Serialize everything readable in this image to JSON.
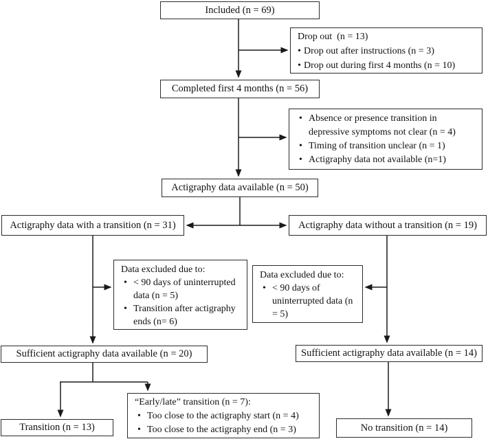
{
  "diagram": {
    "type": "study-flowchart",
    "colors": {
      "background": "#ffffff",
      "border": "#2a2a2a",
      "line": "#1a1a1a",
      "text": "#111111"
    },
    "nodes": {
      "included": {
        "label": "Included (n = 69)"
      },
      "dropout": {
        "title": "Drop out  (n = 13)",
        "items": [
          "Drop out after instructions (n = 3)",
          "Drop out during first 4 months (n = 10)"
        ]
      },
      "completed": {
        "label": "Completed first 4 months (n = 56)"
      },
      "not_clear": {
        "items": [
          "Absence or presence transition in depressive symptoms not clear (n = 4)",
          "Timing of transition unclear (n = 1)",
          "Actigraphy data not available (n=1)"
        ]
      },
      "actigraphy_available": {
        "label": "Actigraphy data available (n = 50)"
      },
      "with_transition": {
        "label": "Actigraphy data with a transition (n = 31)"
      },
      "without_transition": {
        "label": "Actigraphy data without a transition (n = 19)"
      },
      "excluded_left": {
        "title": "Data excluded due to:",
        "items": [
          "< 90 days of uninterrupted data (n = 5)",
          "Transition after actigraphy ends (n= 6)"
        ]
      },
      "excluded_right": {
        "title": "Data excluded due to:",
        "items": [
          "< 90 days of uninterrupted data (n = 5)"
        ]
      },
      "sufficient_left": {
        "label": "Sufficient actigraphy data available (n = 20)"
      },
      "sufficient_right": {
        "label": "Sufficient actigraphy data available (n = 14)"
      },
      "early_late": {
        "title": "“Early/late” transition (n = 7):",
        "items": [
          "Too close to the actigraphy start (n = 4)",
          "Too close to the actigraphy end (n = 3)"
        ]
      },
      "transition": {
        "label": "Transition (n = 13)"
      },
      "no_transition": {
        "label": "No transition (n = 14)"
      }
    }
  }
}
